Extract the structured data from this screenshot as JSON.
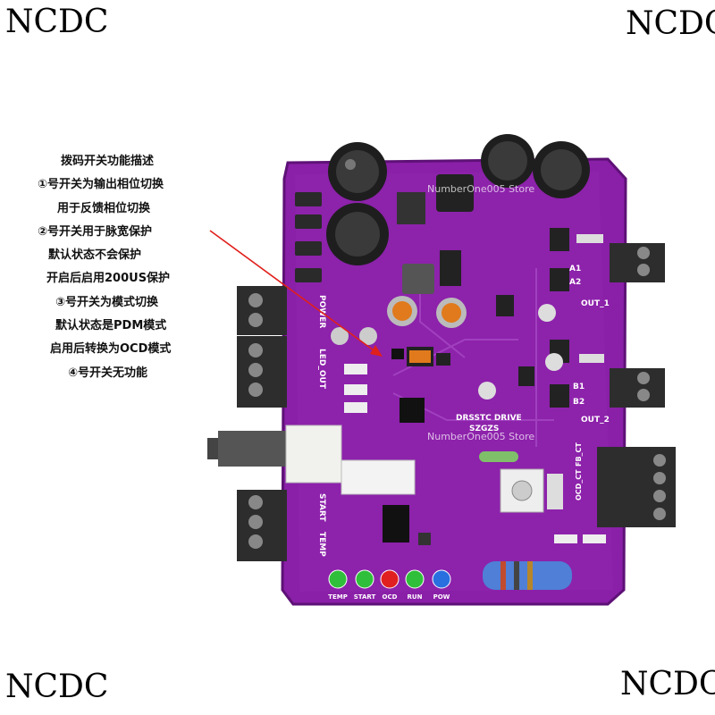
{
  "watermarks": [
    "NCDC",
    "NCDC",
    "NCDC",
    "NCDC"
  ],
  "description": {
    "title": "拨码开关功能描述",
    "lines": [
      "①号开关为输出相位切换",
      "用于反馈相位切换",
      "②号开关用于脉宽保护",
      "默认状态不会保护",
      "开启后启用200US保护",
      "③号开关为模式切换",
      "默认状态是PDM模式",
      "启用后转换为OCD模式",
      "④号开关无功能"
    ]
  },
  "board": {
    "title_line1": "DRSSTC DRIVE",
    "title_line2": "SZGZS",
    "labels": {
      "power": "POWER",
      "led_out": "LED_OUT",
      "start": "START",
      "temp": "TEMP",
      "a1": "A1",
      "a2": "A2",
      "out1": "OUT_1",
      "b1": "B1",
      "b2": "B2",
      "out2": "OUT_2",
      "ocd_ct": "OCD_CT",
      "fb_ct": "FB_CT"
    },
    "led_labels": [
      "TEMP",
      "START",
      "OCD",
      "RUN",
      "POW"
    ],
    "led_colors": [
      "#2fbf3a",
      "#2fbf3a",
      "#e02020",
      "#2fbf3a",
      "#2a6fe0"
    ],
    "board_color": "#8a1fa8",
    "store_watermark": "NumberOne005 Store"
  }
}
